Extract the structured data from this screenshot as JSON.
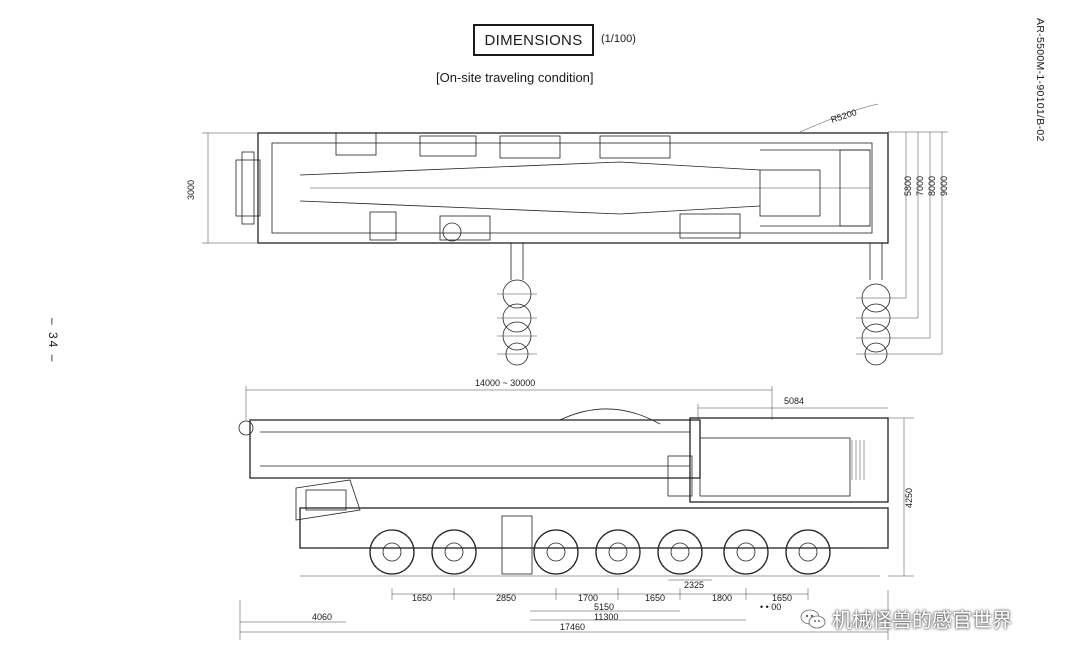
{
  "header": {
    "title": "DIMENSIONS",
    "scale": "(1/100)",
    "subtitle": "[On-site traveling condition]"
  },
  "doc_id": "AR-5500M-1-90101/B-02",
  "page_number": "– 34 –",
  "top_view": {
    "width_dim": "3000",
    "radius_dim": "R5200",
    "outrigger_dims": [
      "5800",
      "7000",
      "8000",
      "9000"
    ]
  },
  "side_view": {
    "boom_length": "14000 ~ 30000",
    "rear_dim": "5084",
    "height_dim": "4250",
    "axle_spacings": [
      "1650",
      "2850",
      "1700",
      "1650",
      "1800",
      "1650"
    ],
    "small_dim": "2325",
    "sub_dims": [
      "5150",
      "11300"
    ],
    "front_overhang": "4060",
    "overall_length": "17460",
    "upper_note": "• • 00"
  },
  "watermark": {
    "text": "机械怪兽的感官世界",
    "icon": "wechat-icon"
  }
}
